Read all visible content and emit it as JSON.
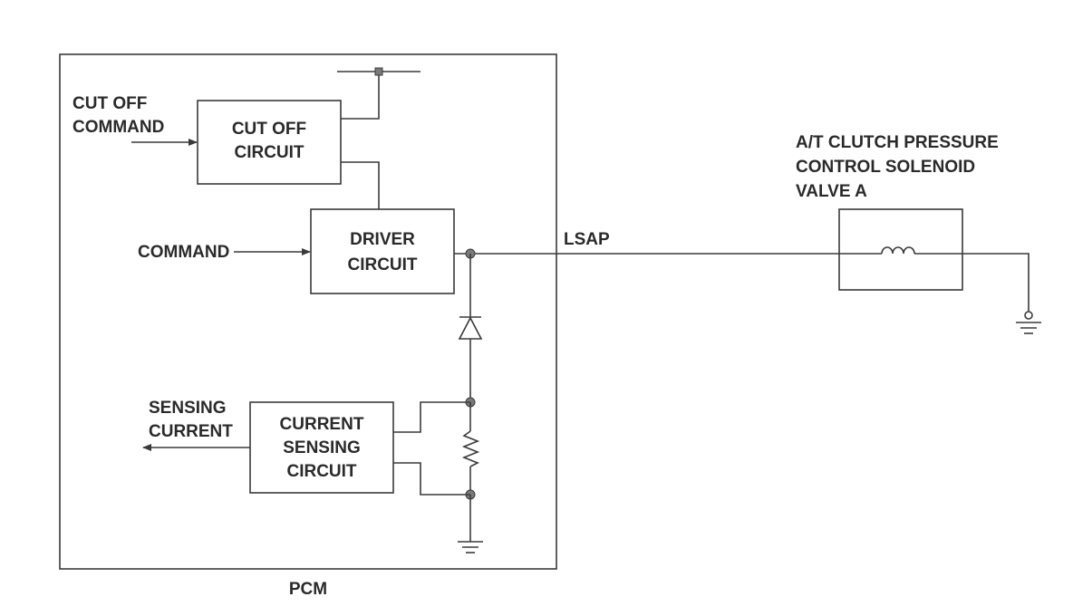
{
  "diagram": {
    "pcm_label": "PCM",
    "inputs": {
      "cut_off_command": [
        "CUT OFF",
        "COMMAND"
      ],
      "command": "COMMAND"
    },
    "output": {
      "sensing_current": [
        "SENSING",
        "CURRENT"
      ]
    },
    "blocks": {
      "cut_off_circuit": [
        "CUT OFF",
        "CIRCUIT"
      ],
      "driver_circuit": [
        "DRIVER",
        "CIRCUIT"
      ],
      "current_sensing_circuit": [
        "CURRENT",
        "SENSING",
        "CIRCUIT"
      ]
    },
    "line_label": "LSAP",
    "solenoid": [
      "A/T CLUTCH PRESSURE",
      "CONTROL SOLENOID",
      "VALVE A"
    ]
  }
}
